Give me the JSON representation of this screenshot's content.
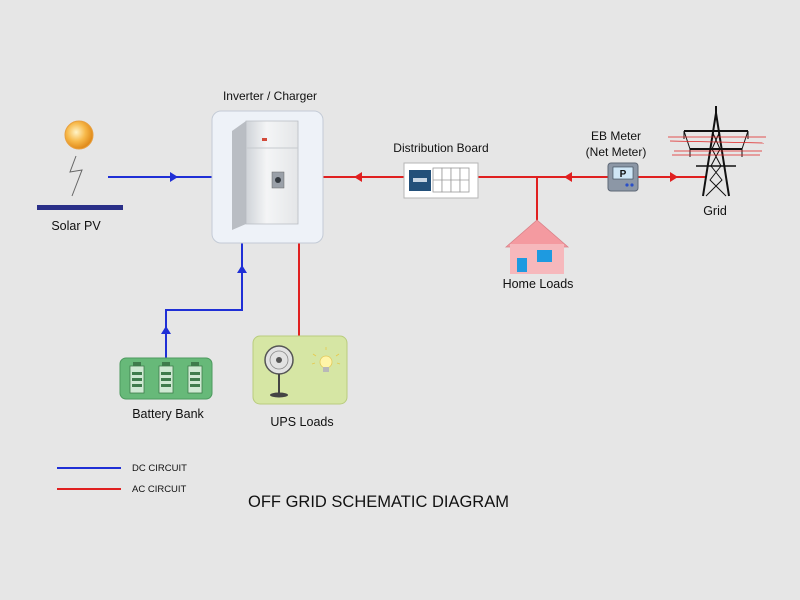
{
  "components": {
    "inverter": {
      "label": "Inverter / Charger"
    },
    "solar": {
      "label": "Solar PV"
    },
    "distribution_board": {
      "label": "Distribution Board"
    },
    "eb_meter": {
      "label_line1": "EB Meter",
      "label_line2": "(Net Meter)",
      "display_text": "P"
    },
    "grid": {
      "label": "Grid"
    },
    "home_loads": {
      "label": "Home Loads"
    },
    "battery_bank": {
      "label": "Battery Bank"
    },
    "ups_loads": {
      "label": "UPS Loads"
    }
  },
  "legend": [
    {
      "label": "DC CIRCUIT",
      "color": "#1f2fd6"
    },
    {
      "label": "AC CIRCUIT",
      "color": "#e02020"
    }
  ],
  "caption": "OFF GRID SCHEMATIC DIAGRAM",
  "colors": {
    "dc": "#1f2fd6",
    "ac": "#e02020",
    "background": "#e6e6e6"
  }
}
